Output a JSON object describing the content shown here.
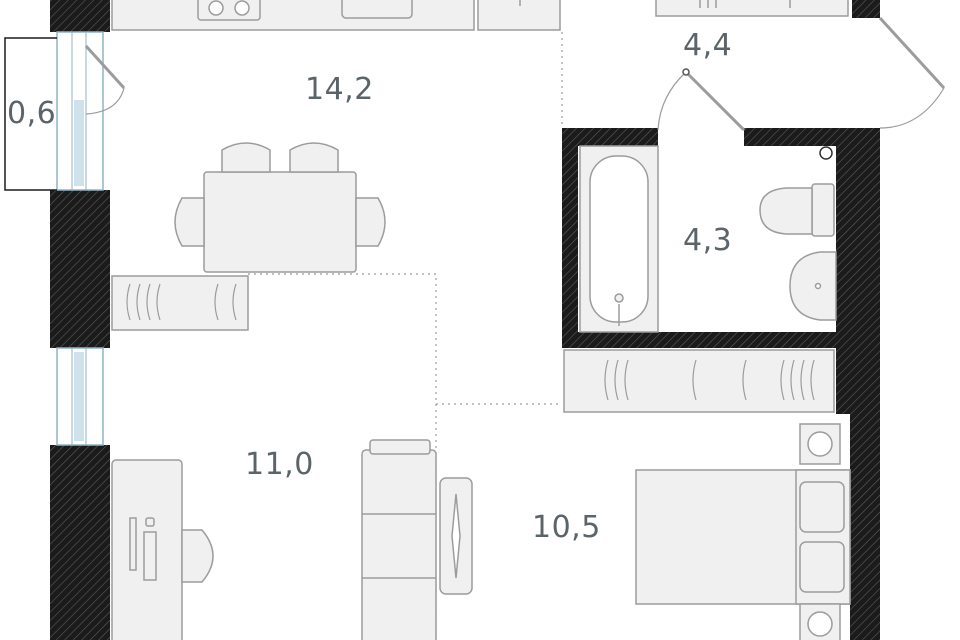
{
  "rooms": {
    "kitchen_living": "14,2",
    "hall": "4,4",
    "balcony": "0,6",
    "bathroom": "4,3",
    "living": "11,0",
    "bedroom": "10,5"
  },
  "colors": {
    "wall_fill": "#1b1b1b",
    "hatch_stroke": "#5c5c5c",
    "furniture_fill": "#f0f0f0",
    "furniture_stroke": "#9c9c9c",
    "window_fill": "#cfe2ec",
    "window_stroke": "#8fb3c6",
    "label_color": "#5b6469",
    "dotted_line": "#9c9c9c"
  }
}
